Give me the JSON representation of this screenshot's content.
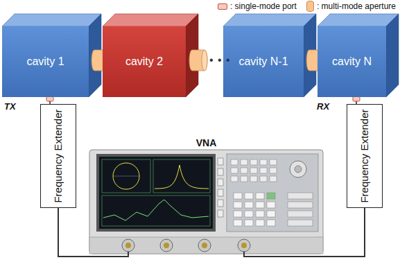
{
  "diagram": {
    "nodes": [
      {
        "text": [
          "cavity 1"
        ]
      },
      {
        "text": [
          "cavity 2"
        ]
      },
      {
        "text": [
          "cavity N-1"
        ]
      },
      {
        "text": [
          "cavity N"
        ]
      },
      {
        "text": [
          "Frequency Extender"
        ]
      },
      {
        "text": [
          "VNA"
        ]
      },
      {
        "text": [
          "Frequency Extender"
        ]
      }
    ],
    "edges": [
      {
        "from": 0,
        "to": 4,
        "arrow": "none"
      },
      {
        "from": 3,
        "to": 6,
        "arrow": "none"
      },
      {
        "from": 4,
        "to": 5,
        "arrow": "none"
      },
      {
        "from": 6,
        "to": 5,
        "arrow": "none"
      }
    ],
    "labels": [
      "TX",
      "RX",
      "• • •"
    ],
    "legend": [
      {
        "text": ": single-mode port",
        "color": "#f9cbb8"
      },
      {
        "text": ": multi-mode aperture",
        "color": "#f9c48e"
      }
    ]
  }
}
